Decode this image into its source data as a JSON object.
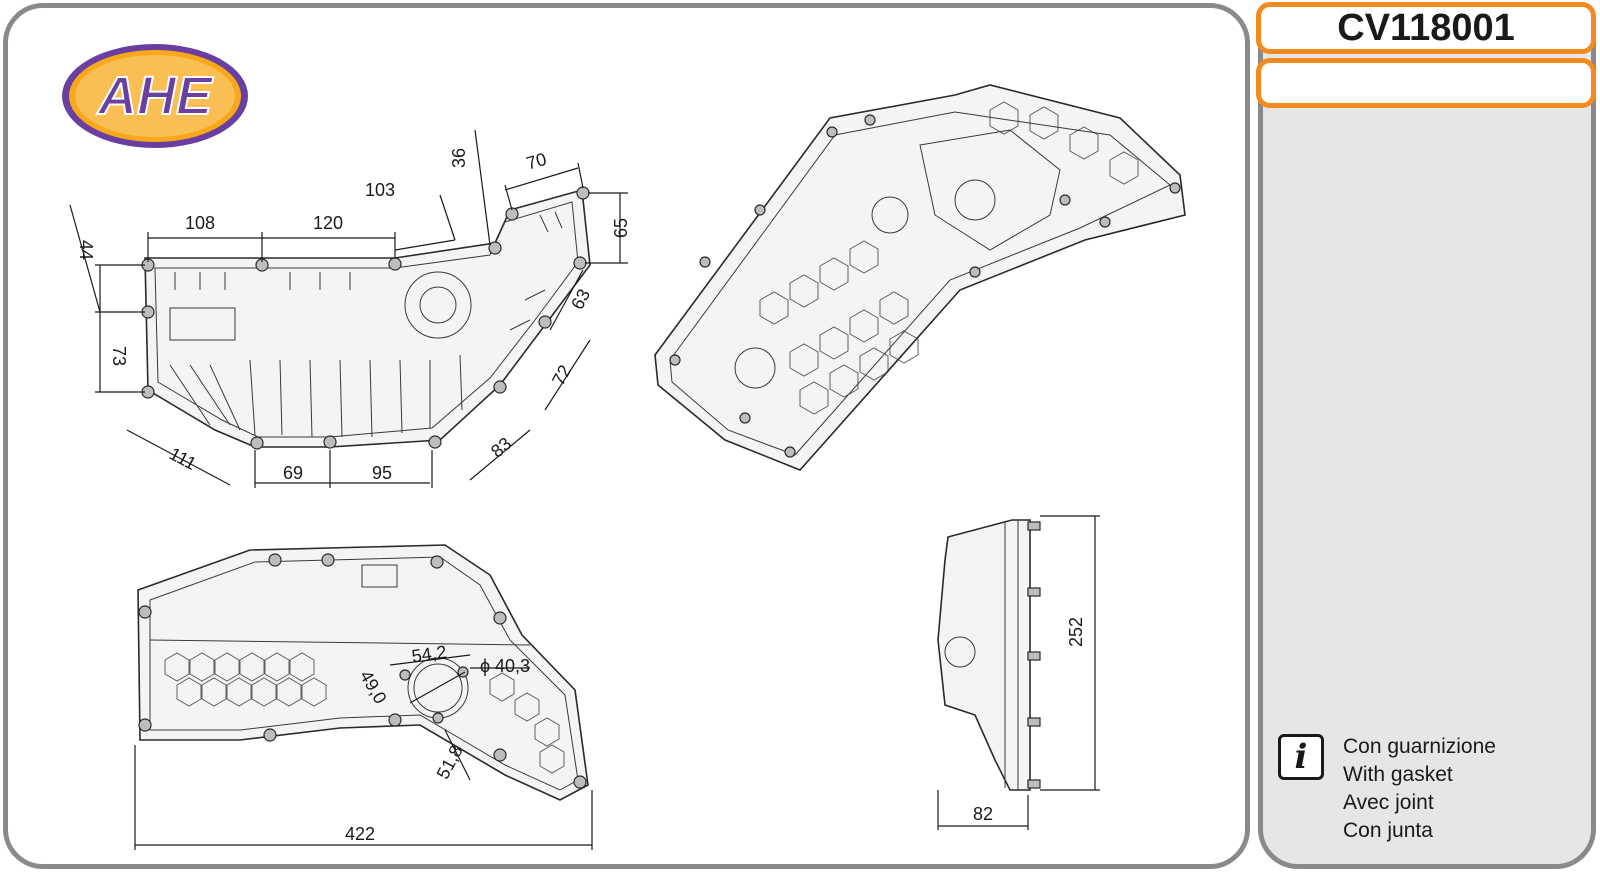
{
  "brand": {
    "logo_text": "AHE",
    "logo_fill": "#6a3fa0",
    "logo_bg": "#f7a81b"
  },
  "product": {
    "code": "CV118001",
    "secondary_code": ""
  },
  "colors": {
    "frame_border": "#8a8a8a",
    "code_border": "#f28a1f",
    "side_panel_bg": "#e6e6e6"
  },
  "info": {
    "icon": "info-icon",
    "icon_glyph": "i",
    "lines": [
      "Con guarnizione",
      "With gasket",
      "Avec joint",
      "Con junta"
    ]
  },
  "dimensions": {
    "top_view": [
      "108",
      "120",
      "103",
      "36",
      "70",
      "65",
      "44",
      "73",
      "63",
      "72",
      "111",
      "69",
      "95",
      "83"
    ],
    "bottom_view": [
      "54,2",
      "ϕ 40,3",
      "49,0",
      "51,8",
      "422"
    ],
    "side_view": [
      "252",
      "82"
    ]
  }
}
